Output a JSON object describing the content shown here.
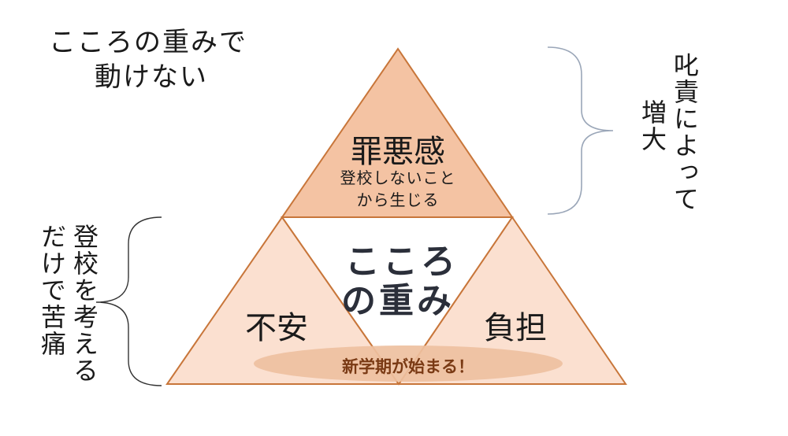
{
  "title": {
    "line1": "こころの重みで",
    "line2": "動けない"
  },
  "top_triangle": {
    "heading": "罪悪感",
    "sub_line1": "登校しないこと",
    "sub_line2": "から生じる"
  },
  "center": {
    "line1": "こころ",
    "line2": "の重み"
  },
  "left_triangle": {
    "label": "不安"
  },
  "right_triangle": {
    "label": "負担"
  },
  "base_banner": {
    "text": "新学期が始まる！"
  },
  "right_note": {
    "col1": "叱責によって",
    "col2": "増大"
  },
  "left_note": {
    "col1": "登校を考える",
    "col2": "だけで苦痛"
  },
  "colors": {
    "outline": "#c8763a",
    "top_fill": "#f4c3a3",
    "side_fill": "#fbe0d0",
    "center_fill": "#ffffff",
    "banner_fill": "#eec0a0",
    "banner_text": "#7a3a14",
    "brace": "#9aa6b8",
    "text": "#1a1a1a",
    "center_text": "#2b2f3a"
  }
}
